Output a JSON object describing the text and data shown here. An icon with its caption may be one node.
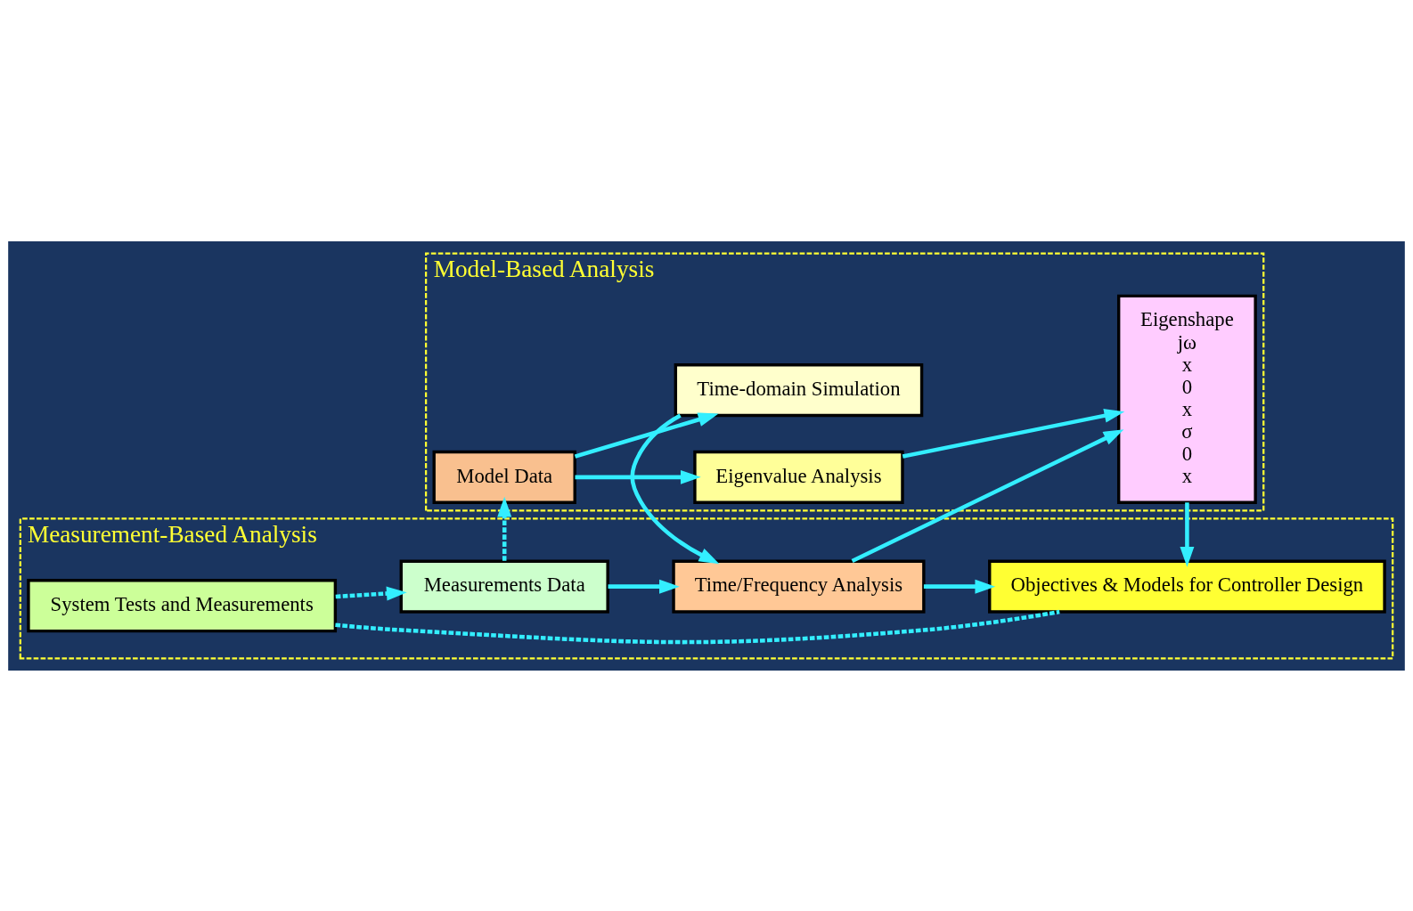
{
  "diagram": {
    "nodes": [
      {
        "text": [
          "Model-Based Analysis"
        ]
      },
      {
        "text": [
          "Model Data"
        ],
        "in": 0
      },
      {
        "text": [
          "Eigenvalue Analysis"
        ],
        "in": 0
      },
      {
        "text": [
          "Time-domain Simulation"
        ],
        "in": 0
      },
      {
        "text": [
          "Eigenshape",
          "jω",
          "x",
          "0",
          "x",
          "σ",
          "0",
          "x"
        ],
        "in": 0
      },
      {
        "text": [
          "Measurement-Based Analysis"
        ]
      },
      {
        "text": [
          "Measurements Data"
        ],
        "in": 5
      },
      {
        "text": [
          "Time/Frequency Analysis"
        ],
        "in": 5
      },
      {
        "text": [
          "System Tests and Measurements"
        ],
        "in": 5
      },
      {
        "text": [
          "Objectives & Models for Controller Design"
        ],
        "in": 5
      }
    ],
    "edges": [
      {
        "from": 1,
        "to": 2,
        "arrow": "to"
      },
      {
        "from": 1,
        "to": 3,
        "arrow": "to"
      },
      {
        "from": 2,
        "to": 4,
        "arrow": "to"
      },
      {
        "from": 3,
        "to": 7,
        "arrow": "to"
      },
      {
        "from": 6,
        "to": 7,
        "arrow": "to"
      },
      {
        "from": 7,
        "to": 4,
        "arrow": "to"
      },
      {
        "from": 7,
        "to": 9,
        "arrow": "to"
      },
      {
        "from": 4,
        "to": 9,
        "arrow": "to"
      },
      {
        "from": 6,
        "to": 1,
        "arrow": "to",
        "style": "dashed"
      },
      {
        "from": 8,
        "to": 6,
        "arrow": "to",
        "style": "dashed"
      },
      {
        "from": 8,
        "to": 9,
        "arrow": "none",
        "style": "dashed"
      }
    ]
  }
}
